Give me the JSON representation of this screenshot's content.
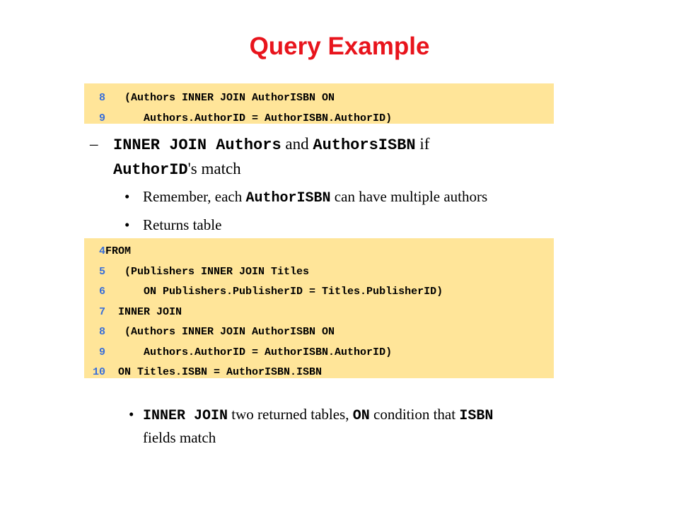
{
  "title": "Query Example",
  "code_block_1": {
    "lines": [
      {
        "num": "8",
        "code": "   (Authors INNER JOIN AuthorISBN ON"
      },
      {
        "num": "9",
        "code": "      Authors.AuthorID = AuthorISBN.AuthorID)"
      }
    ]
  },
  "dash_item": {
    "dash": "–",
    "p1": "INNER JOIN",
    "p2": " ",
    "p3": "Authors",
    "p4": " and ",
    "p5": "AuthorsISBN",
    "p6": " if",
    "p7": "AuthorID",
    "p8": "'s match"
  },
  "bullet_1": {
    "dot": "•",
    "p1": "Remember, each ",
    "p2": "AuthorISBN",
    "p3": " can have multiple authors"
  },
  "bullet_2": {
    "dot": "•",
    "text": "Returns table"
  },
  "code_block_2": {
    "lines": [
      {
        "num": "4",
        "code": "FROM"
      },
      {
        "num": "5",
        "code": "   (Publishers INNER JOIN Titles"
      },
      {
        "num": "6",
        "code": "      ON Publishers.PublisherID = Titles.PublisherID)"
      },
      {
        "num": "7",
        "code": "  INNER JOIN"
      },
      {
        "num": "8",
        "code": "   (Authors INNER JOIN AuthorISBN ON"
      },
      {
        "num": "9",
        "code": "      Authors.AuthorID = AuthorISBN.AuthorID)"
      },
      {
        "num": "10",
        "code": "  ON Titles.ISBN = AuthorISBN.ISBN"
      }
    ]
  },
  "bullet_3": {
    "dot": "•",
    "p1": "INNER JOIN",
    "p2": " two returned tables, ",
    "p3": "ON",
    "p4": " condition that ",
    "p5": "ISBN",
    "p6": "fields match"
  }
}
